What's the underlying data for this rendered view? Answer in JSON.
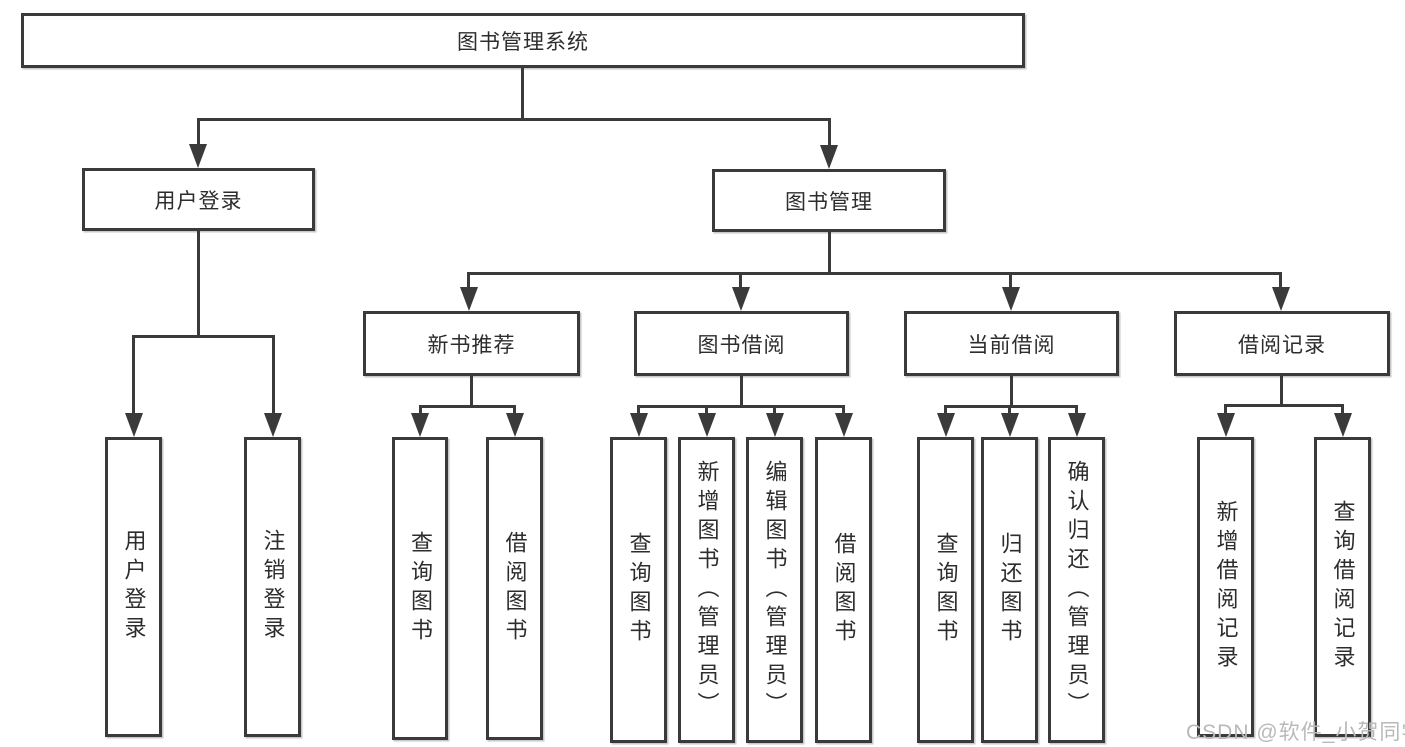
{
  "diagram": {
    "title": "图书管理系统",
    "nodes": {
      "root": "图书管理系统",
      "user_login": "用户登录",
      "book_mgmt": "图书管理",
      "new_book_rec": "新书推荐",
      "book_borrow": "图书借阅",
      "current_borrow": "当前借阅",
      "borrow_records": "借阅记录",
      "leaf_user_login": "用户登录",
      "leaf_logout": "注销登录",
      "leaf_rec_query": "查询图书",
      "leaf_rec_borrow": "借阅图书",
      "leaf_bb_query": "查询图书",
      "leaf_bb_add": "新增图书（管理员）",
      "leaf_bb_edit": "编辑图书（管理员）",
      "leaf_bb_borrow": "借阅图书",
      "leaf_cb_query": "查询图书",
      "leaf_cb_return": "归还图书",
      "leaf_cb_confirm": "确认归还（管理员）",
      "leaf_br_add": "新增借阅记录",
      "leaf_br_query": "查询借阅记录"
    },
    "colors": {
      "line": "#3a3a3a",
      "text": "#2d2d2d",
      "background": "#ffffff",
      "watermark_text": "#b9b9b9"
    }
  },
  "watermark": "CSDN @软件_小贺同学"
}
